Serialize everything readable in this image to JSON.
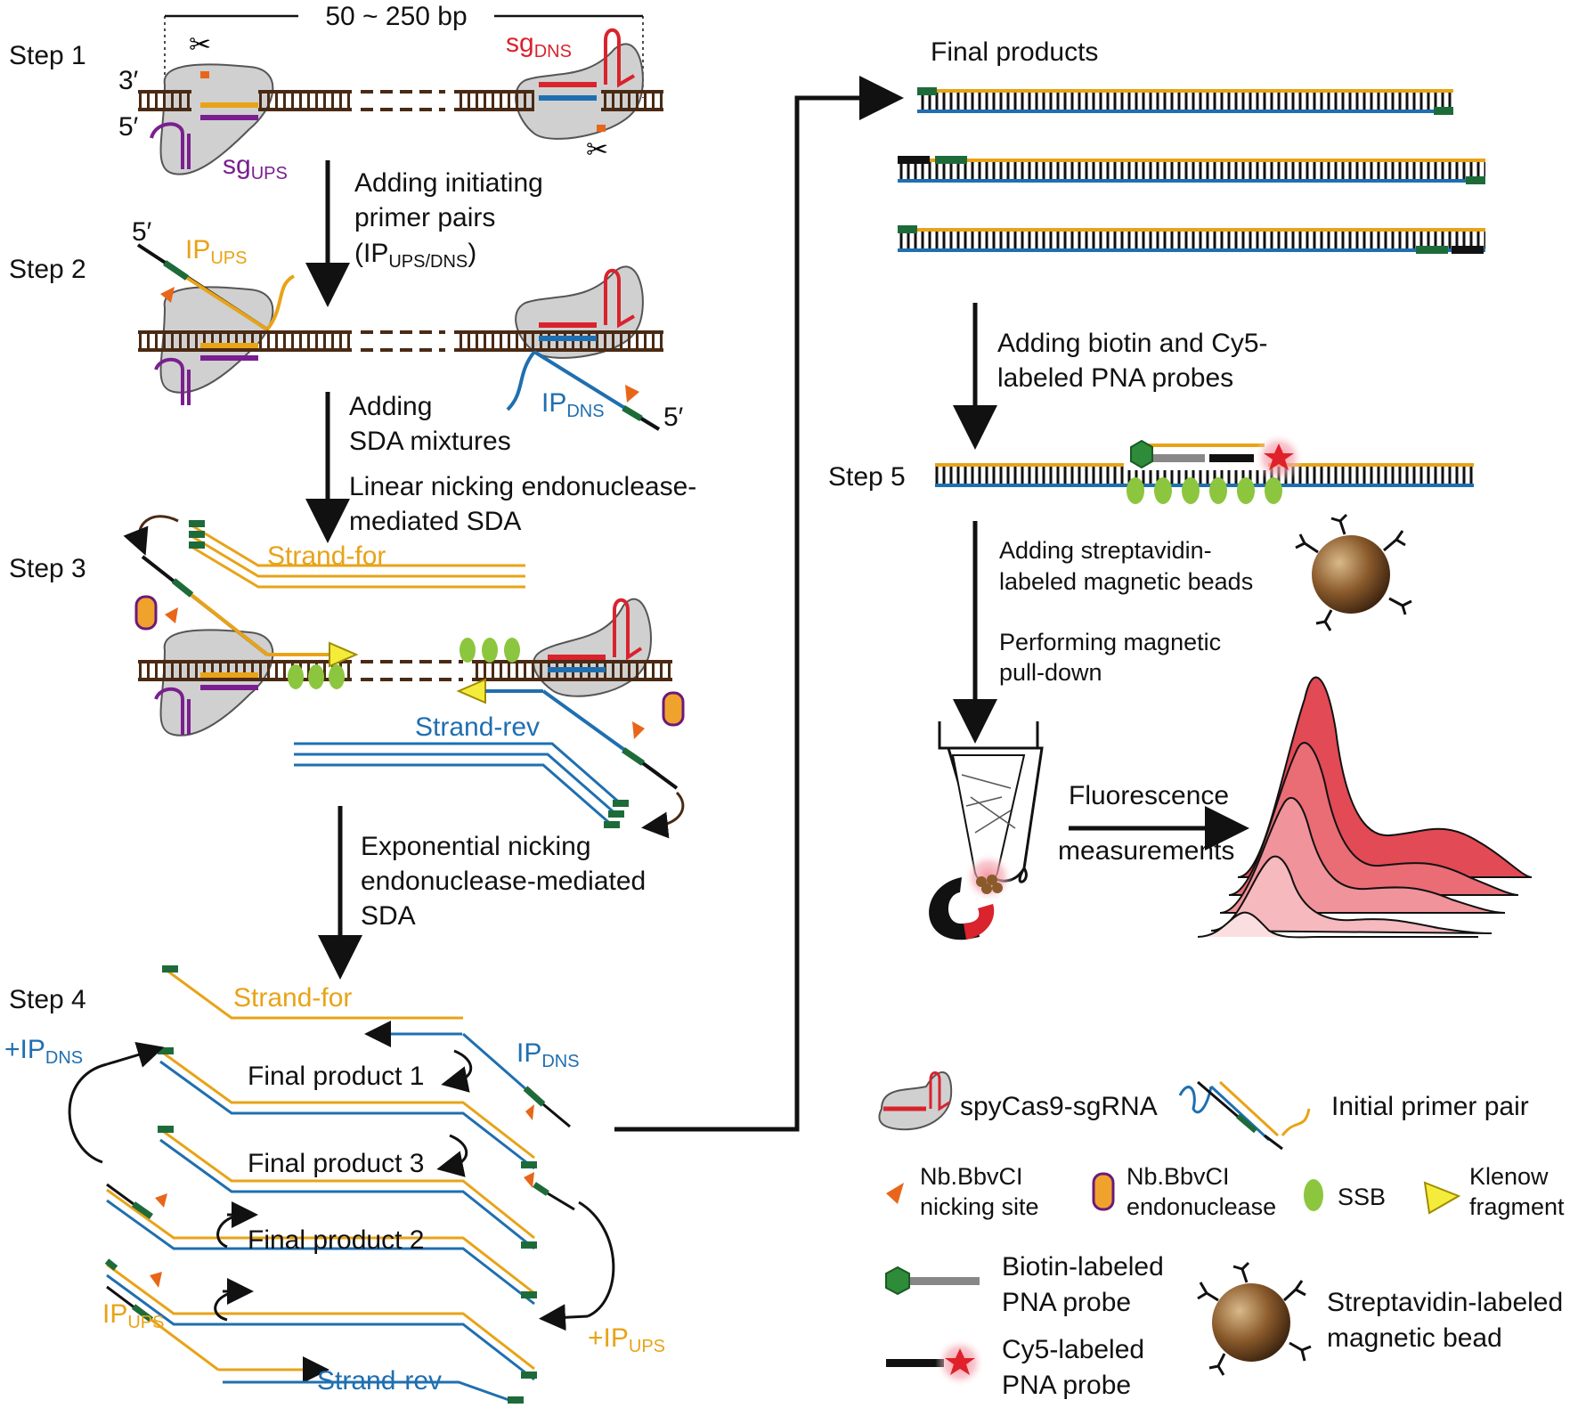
{
  "colors": {
    "dna_dark": "#4a2a14",
    "primer_orange": "#e8a317",
    "primer_blue": "#1f6fb0",
    "tag_green": "#1e6b3a",
    "sg_red": "#d9232d",
    "sg_purple": "#7a1f8f",
    "nick_site": "#e8661a",
    "ssb_green": "#8cc63f",
    "klenow_yellow": "#f4ec3a",
    "cas9_gray": "#d0d0d0",
    "peak_red": "#e24a55"
  },
  "scale_label": "50 ~ 250 bp",
  "steps": {
    "s1": "Step 1",
    "s2": "Step 2",
    "s3": "Step 3",
    "s4": "Step 4",
    "s5": "Step 5"
  },
  "ends": {
    "three_prime": "3′",
    "five_prime": "5′"
  },
  "sg": {
    "ups_main": "sg",
    "ups_sub": "UPS",
    "dns_main": "sg",
    "dns_sub": "DNS"
  },
  "ip": {
    "ups_main": "IP",
    "ups_sub": "UPS",
    "dns_main": "IP",
    "dns_sub": "DNS",
    "plus_dns_main": "+IP",
    "plus_dns_sub": "DNS",
    "plus_ups_main": "+IP",
    "plus_ups_sub": "UPS"
  },
  "arrows": {
    "a1_line1": "Adding initiating",
    "a1_line2": "primer pairs",
    "a1_line3_main": "(IP",
    "a1_line3_sub": "UPS/DNS",
    "a1_line3_end": ")",
    "a2_line1": "Adding",
    "a2_line2": "SDA mixtures",
    "a2_line3": "Linear nicking endonuclease-",
    "a2_line4": "mediated SDA",
    "a3_line1": "Exponential nicking",
    "a3_line2": "endonuclease-mediated",
    "a3_line3": "SDA",
    "a4_line1": "Adding biotin and Cy5-",
    "a4_line2": "labeled PNA probes",
    "a5_line1": "Adding streptavidin-",
    "a5_line2": "labeled magnetic beads",
    "a5_line3": "Performing magnetic",
    "a5_line4": "pull-down",
    "fluor_line1": "Fluorescence",
    "fluor_line2": "measurements"
  },
  "strands": {
    "for": "Strand-for",
    "rev": "Strand-rev"
  },
  "products": {
    "header": "Final products",
    "p1": "Final product 1",
    "p2": "Final product 2",
    "p3": "Final product 3"
  },
  "legend": {
    "cas9": "spyCas9-sgRNA",
    "primer_pair": "Initial primer pair",
    "nick_site_1": "Nb.BbvCI",
    "nick_site_2": "nicking site",
    "endo_1": "Nb.BbvCI",
    "endo_2": "endonuclease",
    "ssb": "SSB",
    "klenow_1": "Klenow",
    "klenow_2": "fragment",
    "biotin_1": "Biotin-labeled",
    "biotin_2": "PNA probe",
    "cy5_1": "Cy5-labeled",
    "cy5_2": "PNA probe",
    "bead_1": "Streptavidin-labeled",
    "bead_2": "magnetic bead"
  }
}
